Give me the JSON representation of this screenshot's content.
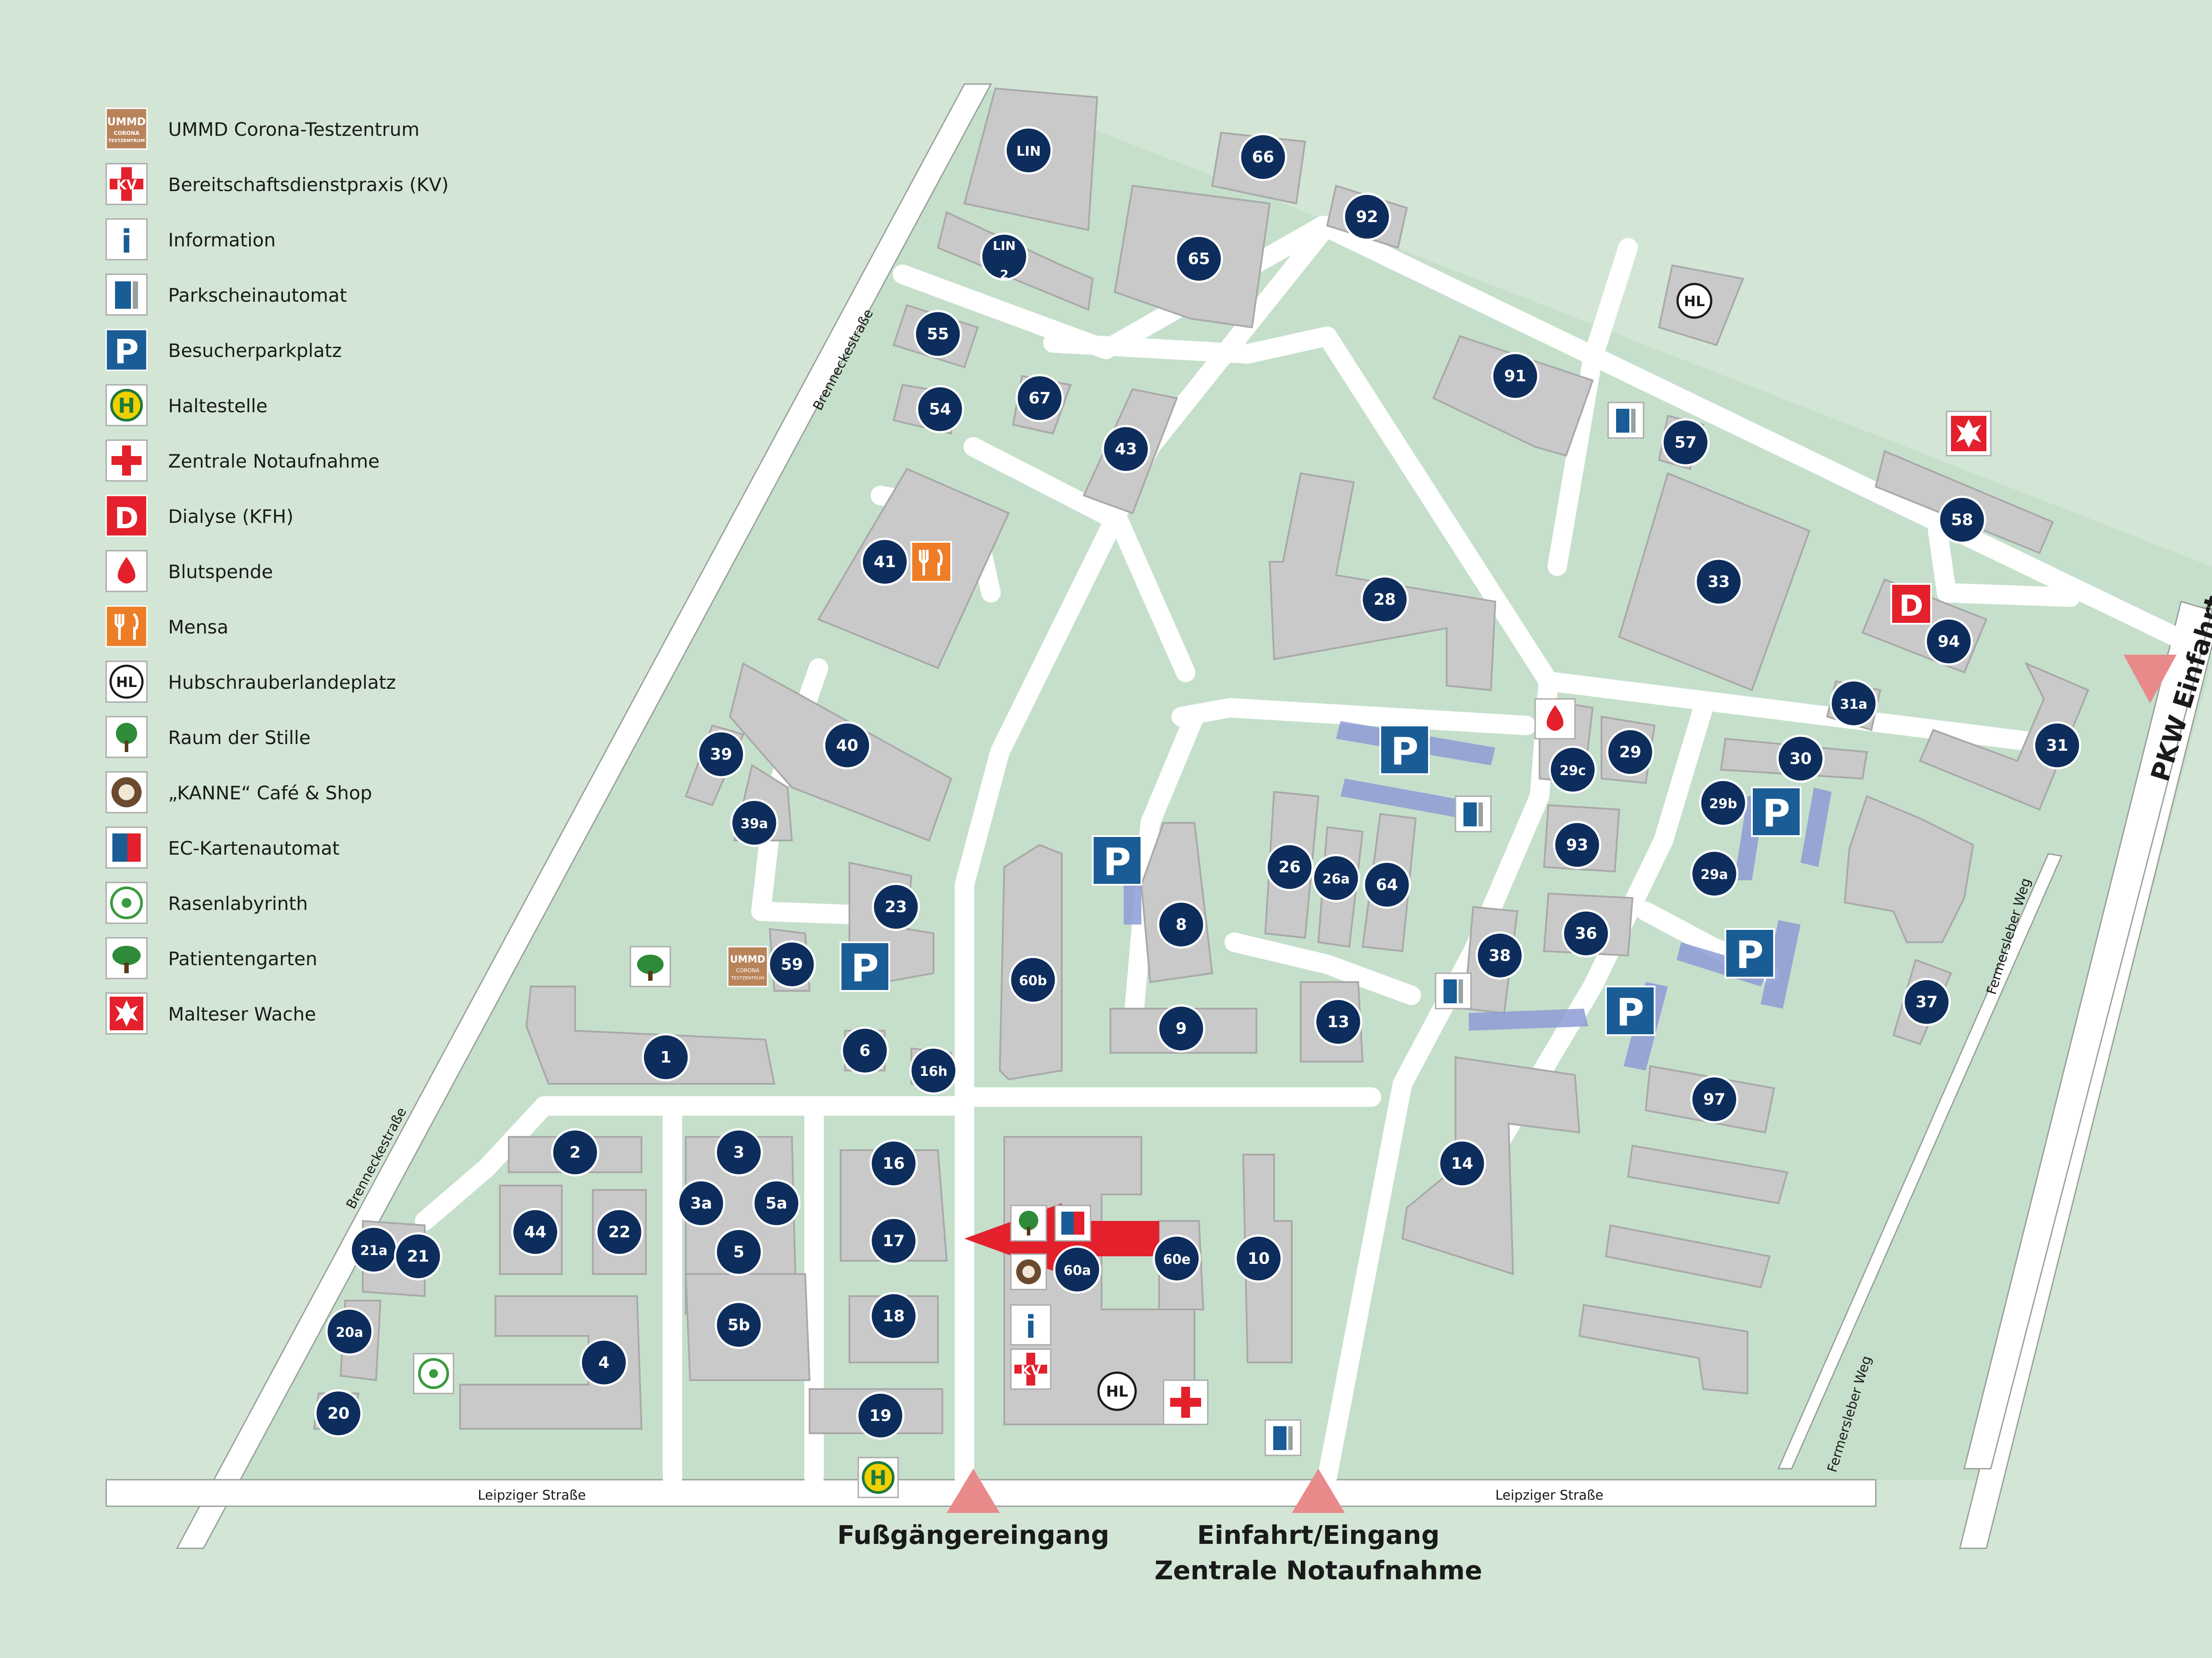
{
  "colors": {
    "background": "#d3e6d6",
    "campus": "#c5dfcb",
    "building": "#c9c9c9",
    "building_edge": "#a9a9a9",
    "path": "#ffffff",
    "marker": "#0d2d5c",
    "parking": "#1a5d96",
    "emergency_red": "#e3202b",
    "entrance_triangle": "#e88a8a",
    "parking_stripe": "#8e9bd6"
  },
  "legend": [
    {
      "id": "corona",
      "icon": "ummd-corona-logo",
      "label": "UMMD Corona-Testzentrum",
      "logo_text": [
        "UMMD",
        "CORONA",
        "TESTZENTRUM"
      ]
    },
    {
      "id": "kv",
      "icon": "kv-cross-icon",
      "label": "Bereitschaftsdienstpraxis (KV)",
      "icon_text": "KV"
    },
    {
      "id": "info",
      "icon": "information-icon",
      "label": "Information",
      "icon_text": "i"
    },
    {
      "id": "ticket",
      "icon": "parking-ticket-machine-icon",
      "label": "Parkscheinautomat"
    },
    {
      "id": "parking",
      "icon": "parking-icon",
      "label": "Besucherparkplatz",
      "icon_text": "P"
    },
    {
      "id": "bus",
      "icon": "bus-stop-icon",
      "label": "Haltestelle",
      "icon_text": "H"
    },
    {
      "id": "er",
      "icon": "emergency-cross-icon",
      "label": "Zentrale Notaufnahme"
    },
    {
      "id": "dialysis",
      "icon": "dialysis-icon",
      "label": "Dialyse (KFH)",
      "icon_text": "D"
    },
    {
      "id": "blood",
      "icon": "blood-drop-icon",
      "label": "Blutspende"
    },
    {
      "id": "mensa",
      "icon": "mensa-icon",
      "label": "Mensa"
    },
    {
      "id": "heli",
      "icon": "helipad-icon",
      "label": "Hubschrauberlandeplatz",
      "icon_text": "HL"
    },
    {
      "id": "silence",
      "icon": "tree-icon",
      "label": "Raum der Stille"
    },
    {
      "id": "kanne",
      "icon": "cafe-kanne-icon",
      "label": "„KANNE“ Café & Shop"
    },
    {
      "id": "ec",
      "icon": "ec-atm-icon",
      "label": "EC-Kartenautomat"
    },
    {
      "id": "labyrinth",
      "icon": "labyrinth-icon",
      "label": "Rasenlabyrinth"
    },
    {
      "id": "garden",
      "icon": "patient-garden-icon",
      "label": "Patientengarten"
    },
    {
      "id": "malteser",
      "icon": "maltese-cross-icon",
      "label": "Malteser Wache"
    }
  ],
  "streets": {
    "brennecke_top": "Brenneckestraße",
    "brennecke_bottom": "Brenneckestraße",
    "leipziger_left": "Leipziger Straße",
    "leipziger_right": "Leipziger Straße",
    "fermersleben_top": "Fermersleber Weg",
    "fermersleben_bottom": "Fermersleber Weg"
  },
  "entrances": {
    "pedestrian": "Fußgängereingang",
    "er_line1": "Einfahrt/Eingang",
    "er_line2": "Zentrale Notaufnahme",
    "car": "PKW Einfahrt"
  },
  "building_labels": {
    "LIN": "LIN",
    "LIN2_a": "LIN",
    "LIN2_b": "2",
    "b66": "66",
    "b92": "92",
    "b65": "65",
    "b55": "55",
    "b54": "54",
    "b67": "67",
    "b43": "43",
    "b41": "41",
    "HL": "HL",
    "b91": "91",
    "b57": "57",
    "b58": "58",
    "b33": "33",
    "b28": "28",
    "b94": "94",
    "b31a": "31a",
    "b31": "31",
    "b39": "39",
    "b40": "40",
    "b39a": "39a",
    "b23": "23",
    "b59": "59",
    "b6": "6",
    "b16h": "16h",
    "b60b": "60b",
    "b8": "8",
    "b9": "9",
    "b26": "26",
    "b26a": "26a",
    "b64": "64",
    "b29c": "29c",
    "b29": "29",
    "b30": "30",
    "b29b": "29b",
    "b29a": "29a",
    "b93": "93",
    "b36": "36",
    "b38": "38",
    "b13": "13",
    "b37": "37",
    "b97": "97",
    "b1": "1",
    "b2": "2",
    "b3": "3",
    "b3a": "3a",
    "b5a": "5a",
    "b5": "5",
    "b5b": "5b",
    "b16": "16",
    "b17": "17",
    "b18": "18",
    "b19": "19",
    "b44": "44",
    "b22": "22",
    "b21a": "21a",
    "b21": "21",
    "b20a": "20a",
    "b20": "20",
    "b4": "4",
    "b60a": "60a",
    "b60e": "60e",
    "b10": "10",
    "b14": "14"
  },
  "map_icons": {
    "parking": "P",
    "dialysis": "D",
    "kv": "KV",
    "info": "i",
    "heli": "HL",
    "bus": "H"
  }
}
